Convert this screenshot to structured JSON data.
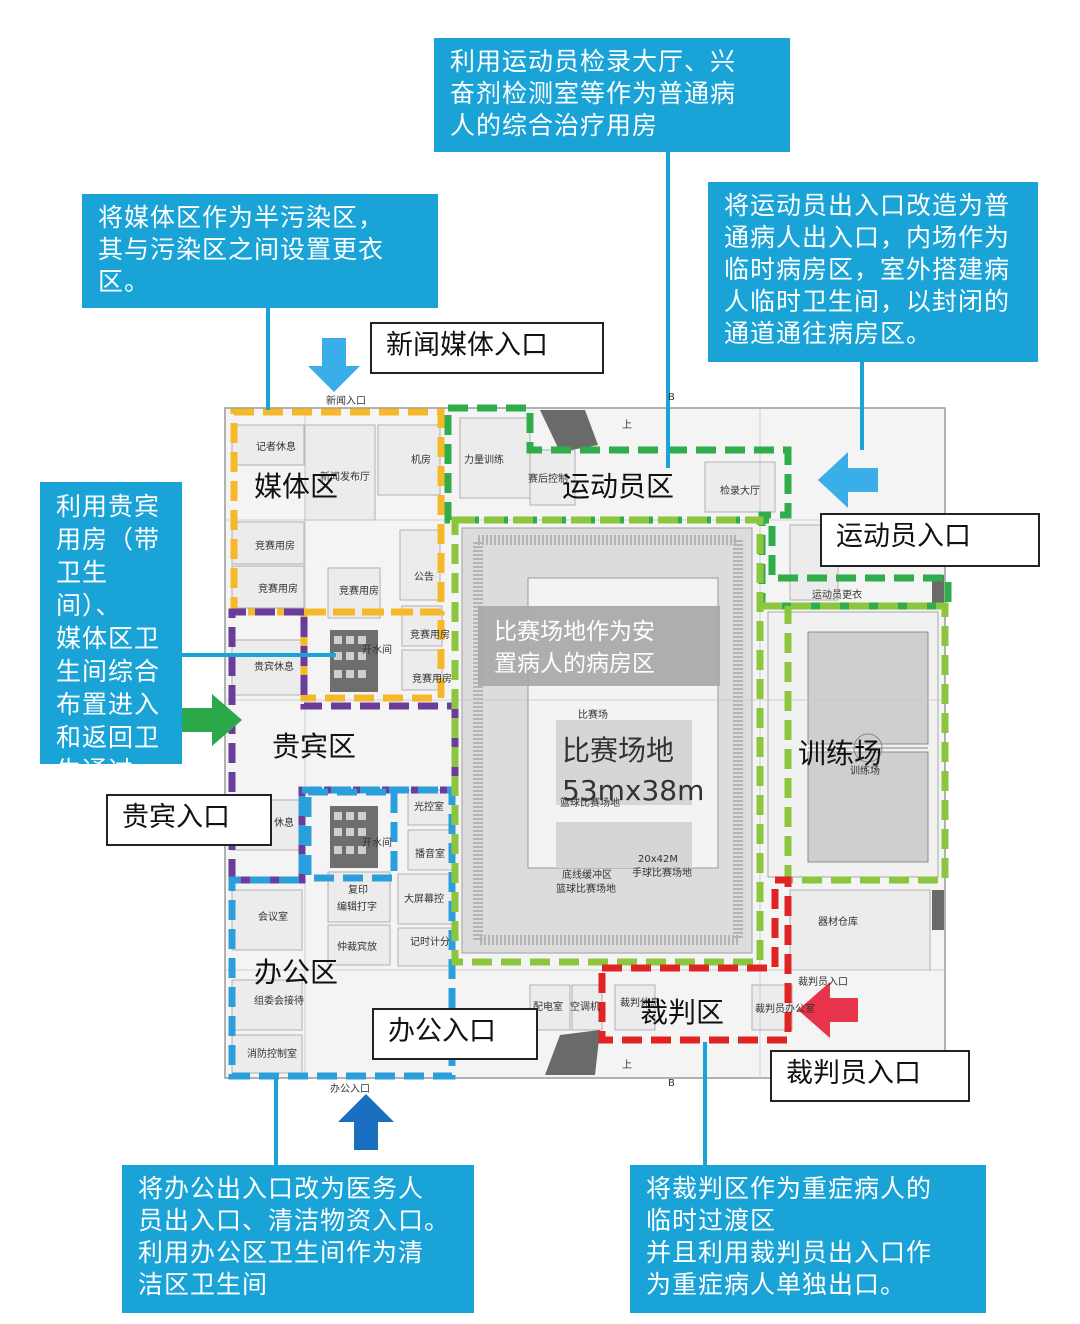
{
  "colors": {
    "callout_bg": "#1aa3d6",
    "media_zone": "#f5b82b",
    "athlete_zone": "#2fad4a",
    "vip_zone": "#6a3d9a",
    "office_zone": "#2b9fdc",
    "referee_zone": "#e02424",
    "training_zone": "#8cc63f"
  },
  "callouts": {
    "top_center": "利用运动员检录大厅、兴\n奋剂检测室等作为普通病\n人的综合治疗用房",
    "top_left": "将媒体区作为半污染区，\n其与污染区之间设置更衣\n区。",
    "top_right": "将运动员出入口改造为普\n通病人出入口，内场作为\n临时病房区，室外搭建病\n人临时卫生间，以封闭的\n通道通往病房区。",
    "left": "利用贵宾\n用房（带\n卫生间）、\n媒体区卫\n生间综合\n布置进入\n和返回卫\n生通过室。",
    "bottom_left": "将办公出入口改为医务人\n员出入口、清洁物资入口。\n利用办公区卫生间作为清\n洁区卫生间",
    "bottom_right": "将裁判区作为重症病人的\n临时过渡区\n并且利用裁判员出入口作\n为重症病人单独出口。",
    "arena_note": "比赛场地作为安\n置病人的病房区"
  },
  "entrances": {
    "media": "新闻媒体入口",
    "athlete": "运动员入口",
    "vip": "贵宾入口",
    "office": "办公入口",
    "referee": "裁判员入口"
  },
  "zones": {
    "media": "媒体区",
    "athlete": "运动员区",
    "vip": "贵宾区",
    "office": "办公区",
    "referee": "裁判区",
    "training": "训练场",
    "arena_name": "比赛场地",
    "arena_size": "53mx38m"
  },
  "rooms": {
    "press_entry": "新闻入口",
    "reporter_rest": "记者休息",
    "press_release": "新闻发布厅",
    "machine_room": "机房",
    "strength_training": "力量训练",
    "match_control": "赛后控制",
    "checkin_hall": "检录大厅",
    "competition_room_1": "竞赛用房",
    "competition_room_2": "竞赛用房",
    "competition_room_3": "竞赛用房",
    "competition_room_4": "竞赛用房",
    "competition_room_5": "竞赛用房",
    "notice": "公告",
    "water_room_1": "开水间",
    "water_room_2": "开水间",
    "vip_lounge": "贵宾休息",
    "rest": "休息",
    "athlete_changing": "运动员更衣",
    "light_control": "光控室",
    "broadcast": "播音室",
    "big_screen": "大屏幕控",
    "timing": "记时计分",
    "copy_room": "复印",
    "editing": "编辑打字",
    "arbitration": "仲裁宾放",
    "meeting_room": "会议室",
    "organizing_reception": "组委会接待",
    "fire_control": "消防控制室",
    "office_entry": "办公入口",
    "distribution": "配电室",
    "ac_room": "空调机",
    "referee_rest": "裁判休息",
    "referee_office": "裁判员办公室",
    "referee_entry": "裁判员入口",
    "equipment_storage": "器材仓库",
    "court_label": "比赛场",
    "buffer_zone": "底线缓冲区",
    "basketball_court": "篮球比赛场地",
    "handball_size": "20x42M",
    "handball_court": "手球比赛场地",
    "basketball_small": "篮球比赛场地",
    "training_small": "训练场",
    "stairs_up_1": "上",
    "stairs_up_2": "上",
    "section_b_1": "B",
    "section_b_2": "B"
  }
}
